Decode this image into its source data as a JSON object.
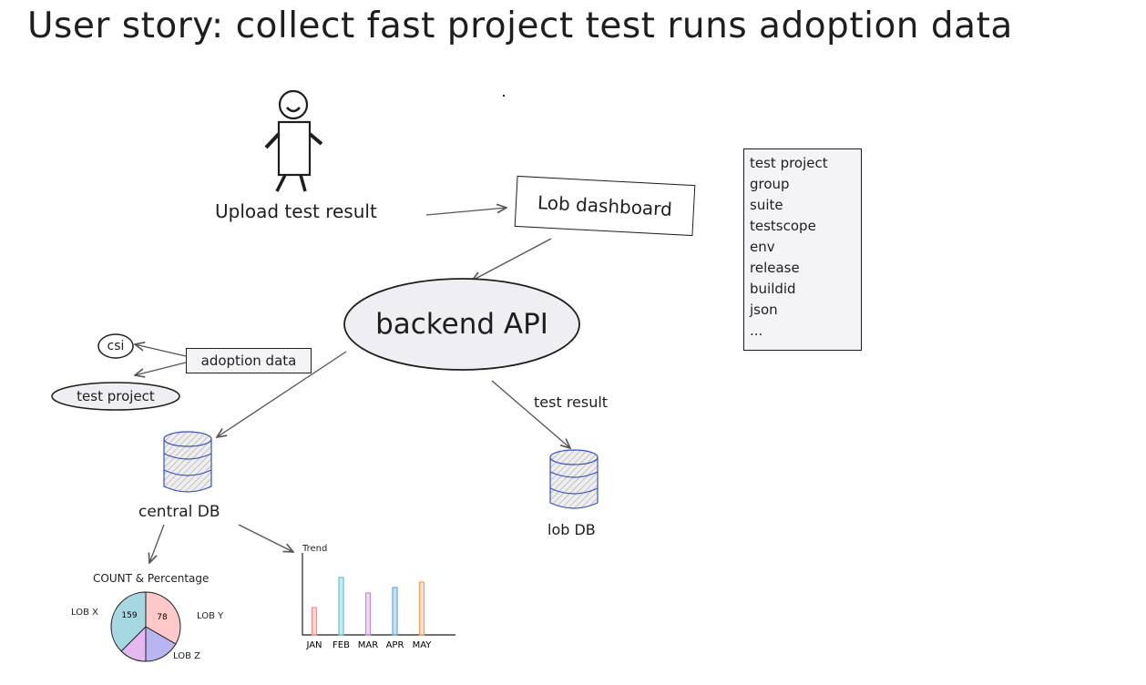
{
  "title": "User story: collect fast project test runs adoption data",
  "actor": {
    "label": "Upload test result"
  },
  "lob_dashboard": {
    "label": "Lob dashboard"
  },
  "backend": {
    "label": "backend API"
  },
  "fields": {
    "items": [
      "test project",
      "group",
      "suite",
      "testscope",
      "env",
      "release",
      "buildid",
      "json",
      "..."
    ]
  },
  "adoption": {
    "label": "adoption data",
    "targets": [
      "csi",
      "test project"
    ]
  },
  "test_result_label": "test result",
  "central_db": {
    "label": "central DB"
  },
  "lob_db": {
    "label": "lob DB"
  },
  "pie": {
    "title": "COUNT & Percentage",
    "slices": [
      {
        "label": "LOB X",
        "value": "159",
        "color": "#a5d8e0"
      },
      {
        "label": "LOB Y",
        "value": "78",
        "color": "#ffc9c9"
      },
      {
        "label": "LOB Z",
        "value": "",
        "color": "#b9b5f0"
      },
      {
        "label": "",
        "value": "",
        "color": "#e5b8f0"
      }
    ]
  },
  "chart_data": {
    "type": "bar",
    "title": "Trend",
    "categories": [
      "JAN",
      "FEB",
      "MAR",
      "APR",
      "MAY"
    ],
    "values": [
      30,
      63,
      46,
      52,
      58
    ],
    "colors": [
      "#ff8787",
      "#66c2cf",
      "#c38bd9",
      "#5fa8e6",
      "#f0a060"
    ],
    "xlabel": "",
    "ylabel": "",
    "ylim": [
      0,
      90
    ]
  }
}
